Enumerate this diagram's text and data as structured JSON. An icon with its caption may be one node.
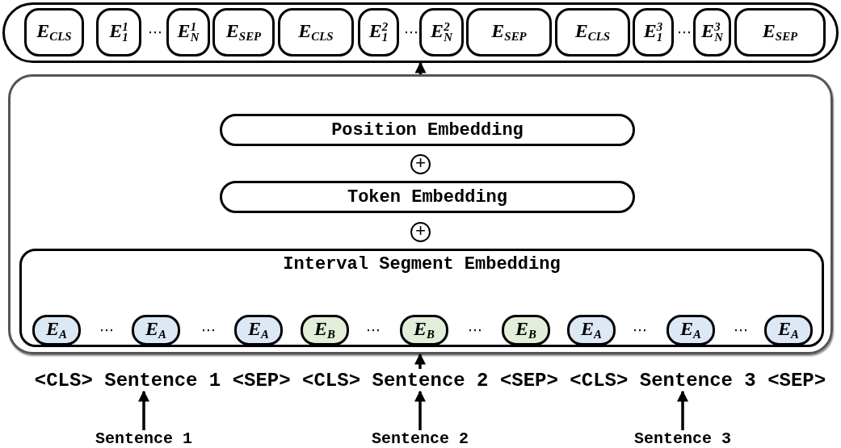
{
  "diagram": {
    "nodes": [
      {
        "text": [],
        "shape": "box"
      },
      {
        "text": [
          "E$_{CLS}$"
        ],
        "in": 0
      },
      {
        "text": [
          "E$^{1}$$_{1}$"
        ],
        "in": 0
      },
      {
        "text": [
          "E$^{1}$$_{N}$"
        ],
        "in": 0
      },
      {
        "text": [
          "E$_{SEP}$"
        ],
        "in": 0
      },
      {
        "text": [
          "E$_{CLS}$"
        ],
        "in": 0
      },
      {
        "text": [
          "E$^{2}$$_{1}$"
        ],
        "in": 0
      },
      {
        "text": [
          "E$^{2}$$_{N}$"
        ],
        "in": 0
      },
      {
        "text": [
          "E$_{SEP}$"
        ],
        "in": 0
      },
      {
        "text": [
          "E$_{CLS}$"
        ],
        "in": 0
      },
      {
        "text": [
          "E$^{3}$$_{1}$"
        ],
        "in": 0
      },
      {
        "text": [
          "E$^{3}$$_{N}$"
        ],
        "in": 0
      },
      {
        "text": [
          "E$_{SEP}$"
        ],
        "in": 0
      },
      {
        "text": [],
        "shape": "box"
      },
      {
        "text": [
          "Position Embedding"
        ],
        "in": 13
      },
      {
        "text": [
          "+"
        ],
        "in": 13
      },
      {
        "text": [
          "Token Embedding"
        ],
        "in": 13
      },
      {
        "text": [
          "+"
        ],
        "in": 13
      },
      {
        "text": [
          "Interval Segment Embedding"
        ],
        "in": 13
      },
      {
        "text": [
          "E$_{A}$"
        ],
        "in": 18
      },
      {
        "text": [
          "E$_{A}$"
        ],
        "in": 18
      },
      {
        "text": [
          "E$_{A}$"
        ],
        "in": 18
      },
      {
        "text": [
          "E$_{B}$"
        ],
        "in": 18
      },
      {
        "text": [
          "E$_{B}$"
        ],
        "in": 18
      },
      {
        "text": [
          "E$_{B}$"
        ],
        "in": 18
      },
      {
        "text": [
          "E$_{A}$"
        ],
        "in": 18
      },
      {
        "text": [
          "E$_{A}$"
        ],
        "in": 18
      },
      {
        "text": [
          "E$_{A}$"
        ],
        "in": 18
      },
      {
        "text": [
          "<CLS> Sentence 1 <SEP> <CLS> Sentence 2 <SEP> <CLS> Sentence 3 <SEP>"
        ]
      },
      {
        "text": [
          "Sentence 1"
        ]
      },
      {
        "text": [
          "Sentence 2"
        ]
      },
      {
        "text": [
          "Sentence 3"
        ]
      }
    ],
    "edges": [
      {
        "from": 13,
        "to": 0,
        "arrow": "to"
      },
      {
        "from": 28,
        "to": 13,
        "arrow": "to"
      },
      {
        "from": 29,
        "to": 28,
        "arrow": "to"
      },
      {
        "from": 30,
        "to": 28,
        "arrow": "to"
      },
      {
        "from": 31,
        "to": 28,
        "arrow": "to"
      }
    ],
    "labels": [
      "⋯",
      "⋯",
      "⋯",
      "⋯",
      "⋯",
      "⋯",
      "⋯",
      "⋯",
      "⋯"
    ]
  }
}
